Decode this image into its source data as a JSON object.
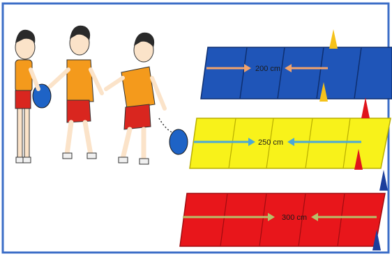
{
  "diagram": {
    "lanes": [
      {
        "label": "200 cm",
        "fill": "#1f55b8",
        "arrow_left": "#f2a36b",
        "arrow_right": "#f2a36b",
        "cone": "#f5c21a"
      },
      {
        "label": "250 cm",
        "fill": "#f8f21a",
        "arrow_left": "#4aa8d8",
        "arrow_right": "#4aa8d8",
        "cone": "#e0141b"
      },
      {
        "label": "300 cm",
        "fill": "#e8161b",
        "arrow_left": "#b6c06a",
        "arrow_right": "#b6c06a",
        "cone": "#1d3f9c"
      }
    ],
    "colors": {
      "frame": "#3c6ec7",
      "shirt": "#f49a1c",
      "shorts": "#d9261f",
      "ball": "#1e63c6",
      "hair": "#2a2a2a",
      "skin": "#fbe3c9"
    }
  }
}
